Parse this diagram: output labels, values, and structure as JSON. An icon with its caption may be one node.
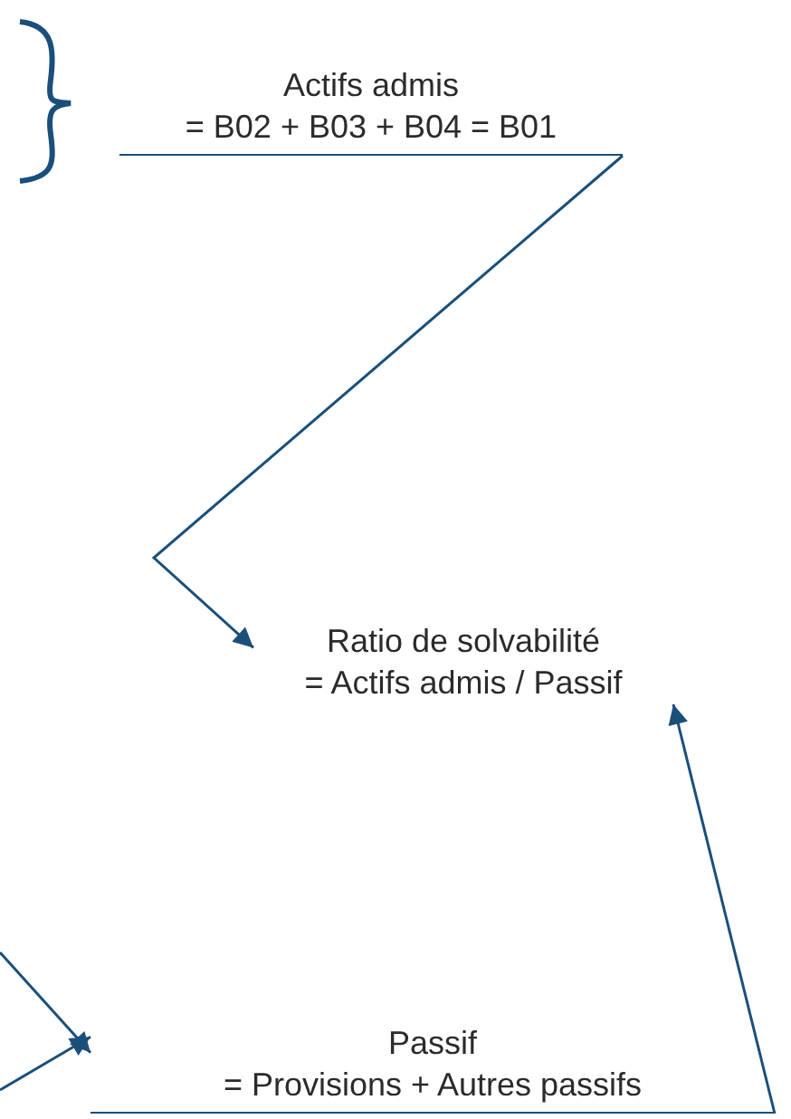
{
  "diagram": {
    "nodes": [
      {
        "text": [
          "Actifs admis",
          "= B02 + B03 + B04 = B01"
        ]
      },
      {
        "text": [
          "Ratio de solvabilité",
          "= Actifs admis / Passif"
        ]
      },
      {
        "text": [
          "Passif",
          "= Provisions + Autres passifs"
        ]
      }
    ],
    "edges": [
      {
        "from": 0,
        "to": 1,
        "arrow": "to"
      },
      {
        "from": 2,
        "to": 1,
        "arrow": "to"
      },
      {
        "from": null,
        "to": 2,
        "arrow": "to"
      },
      {
        "from": null,
        "to": 2,
        "arrow": "to"
      }
    ]
  }
}
